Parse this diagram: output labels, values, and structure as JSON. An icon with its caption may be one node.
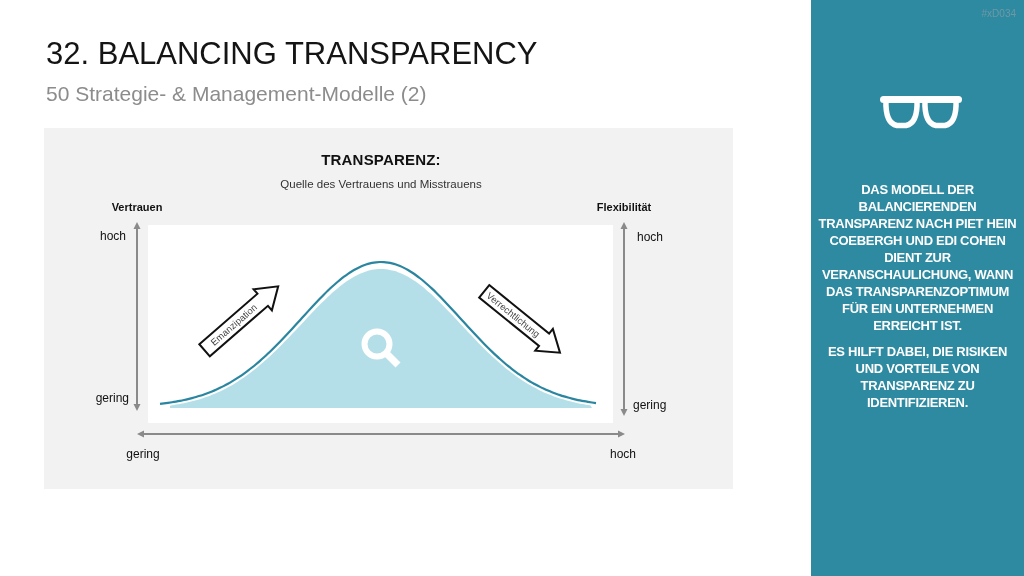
{
  "diagram": {
    "title": "32. BALANCING TRANSPARENCY",
    "nodes": [
      {
        "text": [
          "TRANSPARENZ:",
          "Quelle des Vertrauens und Misstrauens"
        ]
      },
      {
        "text": [
          "Emanzipation"
        ],
        "in": 0
      },
      {
        "text": [
          "Verrechtlichung"
        ],
        "in": 0
      },
      {
        "text": [
          "DAS MODELL DER BALANCIERENDEN TRANSPARENZ NACH PIET HEIN COEBERGH UND EDI COHEN DIENT ZUR VERANSCHAULICHUNG, WANN DAS TRANSPARENZOPTIMUM FÜR EIN UNTERNEHMEN ERREICHT IST.",
          "ES HILFT DABEI, DIE RISIKEN UND VORTEILE VON TRANSPARENZ ZU IDENTIFIZIEREN."
        ]
      }
    ],
    "labels": [
      "#xD034",
      "50 Strategie- & Management-Modelle (2)",
      "Vertrauen",
      "Flexibilität",
      "hoch",
      "hoch",
      "gering",
      "gering",
      "gering",
      "hoch"
    ]
  }
}
